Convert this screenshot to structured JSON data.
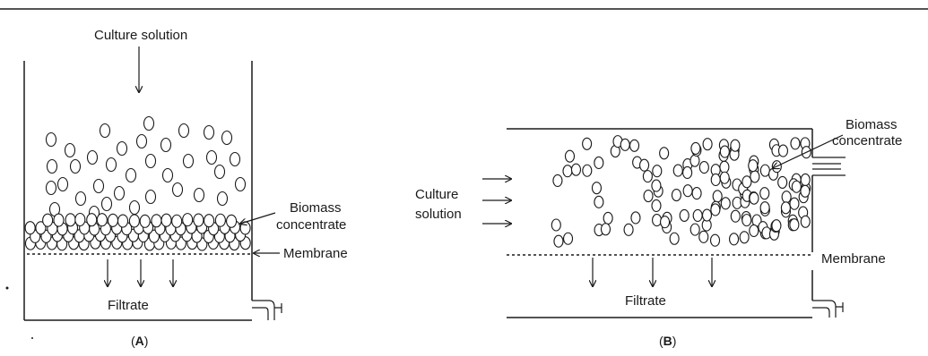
{
  "panel_a": {
    "culture_label": "Culture solution",
    "biomass_line1": "Biomass",
    "biomass_line2": "concentrate",
    "membrane_label": "Membrane",
    "filtrate_label": "Filtrate",
    "caption_open": "(",
    "caption_letter": "A",
    "caption_close": ")"
  },
  "panel_b": {
    "biomass_line1": "Biomass",
    "biomass_line2": "concentrate",
    "culture_line1": "Culture",
    "culture_line2": "solution",
    "membrane_label": "Membrane",
    "filtrate_label": "Filtrate",
    "caption_open": "(",
    "caption_letter": "B",
    "caption_close": ")"
  }
}
